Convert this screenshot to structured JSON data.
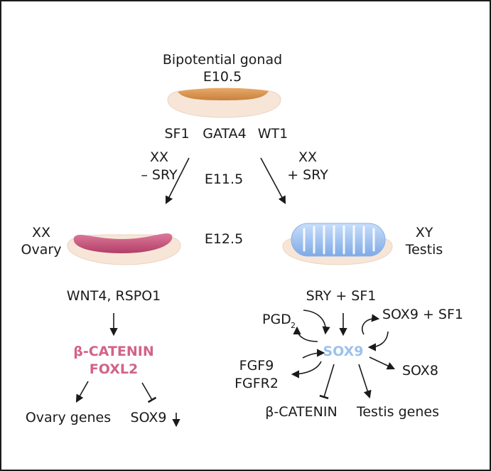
{
  "diagram": {
    "top": {
      "title": "Bipotential gonad",
      "stage": "E10.5",
      "factors": [
        "SF1",
        "GATA4",
        "WT1"
      ]
    },
    "stages": {
      "e11": "E11.5",
      "e12": "E12.5"
    },
    "left_branch": {
      "karyotype": "XX",
      "condition": "– SRY",
      "organ_karyotype": "XX",
      "organ": "Ovary",
      "signals": "WNT4, RSPO1",
      "key_factor_1": "β-CATENIN",
      "key_factor_2": "FOXL2",
      "out_genes": "Ovary genes",
      "out_repressed": "SOX9"
    },
    "right_branch": {
      "karyotype": "XX",
      "condition": "+ SRY",
      "organ_karyotype": "XY",
      "organ": "Testis",
      "inducer": "SRY + SF1",
      "pgd": "PGD",
      "pgd_subscript": "2",
      "sox9_sf1": "SOX9 + SF1",
      "center": "SOX9",
      "fgf9": "FGF9",
      "fgfr2": "FGFR2",
      "sox8": "SOX8",
      "repressed": "β-CATENIN",
      "out_genes": "Testis genes"
    }
  },
  "colors": {
    "bipotential_gonad": "#d9924a",
    "ovary": "#c24a72",
    "testis": "#8fb9ea",
    "mesonephros": "#f7e6d8",
    "ovary_text": "#d2638a",
    "testis_text": "#9cc2ec"
  }
}
